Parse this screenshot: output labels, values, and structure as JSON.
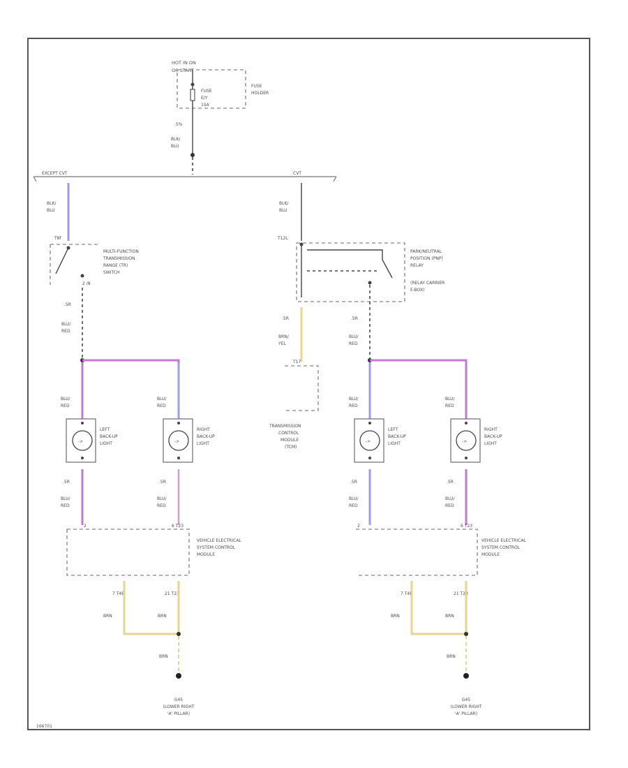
{
  "fuse": {
    "hot_bus_line1": "HOT IN ON",
    "hot_bus_line2": "OR START",
    "fuse_line1": "FUSE",
    "fuse_line2": "E/Y",
    "fuse_line3": "15A",
    "holder_line1": "FUSE",
    "holder_line2": "HOLDER",
    "wire_gauge": ".5%",
    "wire_color_1": "BLK/",
    "wire_color_2": "BLU"
  },
  "split": {
    "left_label": "EXCEPT CVT",
    "right_label": "CVT"
  },
  "left_circuit": {
    "top_wire_1": "BLK/",
    "top_wire_2": "BLU",
    "switch_pin_top": "T8f",
    "switch_line1": "MULTI-FUNCTION",
    "switch_line2": "TRANSMISSION",
    "switch_line3": "RANGE (TR)",
    "switch_line4": "SWITCH",
    "switch_pin_bottom": "2 /8",
    "out_gauge": ".5R",
    "out_color_1": "BLU/",
    "out_color_2": "RED",
    "lamp_left_color_1": "BLU/",
    "lamp_left_color_2": "RED",
    "lamp_right_color_1": "BLU/",
    "lamp_right_color_2": "RED",
    "lamp_left_line1": "LEFT",
    "lamp_left_line2": "BACK-UP",
    "lamp_left_line3": "LIGHT",
    "lamp_right_line1": "RIGHT",
    "lamp_right_line2": "BACK-UP",
    "lamp_right_line3": "LIGHT",
    "lower_left_gauge": ".5R",
    "lower_left_color_1": "BLU/",
    "lower_left_color_2": "RED",
    "lower_right_gauge": ".5R",
    "lower_right_color_1": "BLU/",
    "lower_right_color_2": "RED",
    "module_pin_left": "2",
    "module_pin_right": "6 T23",
    "module_line1": "VEHICLE ELECTRICAL",
    "module_line2": "SYSTEM CONTROL",
    "module_line3": "MODULE",
    "gnd_pin_left": "7  T4B",
    "gnd_pin_right": "21  T23",
    "gnd_wire_left": "BRN",
    "gnd_wire_right": "BRN",
    "gnd_wire_bottom": "BRN",
    "ground_line1": "G45",
    "ground_line2": "(LOWER RIGHT",
    "ground_line3": "'A' PILLAR)"
  },
  "right_circuit": {
    "top_wire_1": "BLK/",
    "top_wire_2": "BLU",
    "relay_pin": "T12L",
    "relay_line1": "PARK/NEUTRAL",
    "relay_line2": "POSITION (PNP)",
    "relay_line3": "RELAY",
    "relay_line4": "(RELAY CARRIER",
    "relay_line5": "E-BOX)",
    "tcm_gauge": ".5R",
    "tcm_color_1": "BRN/",
    "tcm_color_2": "YEL",
    "tcm_pin": "T17",
    "tcm_line1": "TRANSMISSION",
    "tcm_line2": "CONTROL",
    "tcm_line3": "MODULE",
    "tcm_line4": "(TCM)",
    "out_gauge": ".5R",
    "out_color_1": "BLU/",
    "out_color_2": "RED",
    "lamp_left_color_1": "BLU/",
    "lamp_left_color_2": "RED",
    "lamp_right_color_1": "BLU/",
    "lamp_right_color_2": "RED",
    "lamp_left_line1": "LEFT",
    "lamp_left_line2": "BACK-UP",
    "lamp_left_line3": "LIGHT",
    "lamp_right_line1": "RIGHT",
    "lamp_right_line2": "BACK-UP",
    "lamp_right_line3": "LIGHT",
    "lower_left_gauge": ".5R",
    "lower_left_color_1": "BLU/",
    "lower_left_color_2": "RED",
    "lower_right_gauge": ".5R",
    "lower_right_color_1": "BLU/",
    "lower_right_color_2": "RED",
    "module_pin_left": "2",
    "module_pin_right": "6 T23",
    "module_line1": "VEHICLE ELECTRICAL",
    "module_line2": "SYSTEM CONTROL",
    "module_line3": "MODULE",
    "gnd_pin_left": "7  T4B",
    "gnd_pin_right": "21  T23",
    "gnd_wire_left": "BRN",
    "gnd_wire_right": "BRN",
    "gnd_wire_bottom": "BRN",
    "ground_line1": "G45",
    "ground_line2": "(LOWER RIGHT",
    "ground_line3": "'A' PILLAR)"
  },
  "footer_code": "166701",
  "colors": {
    "blue_wire": "#9c9cf2",
    "purple_wire": "#c07ad6",
    "yellow_wire": "#e6d58e",
    "pink_wire": "#d69ad0",
    "frame": "#555555"
  }
}
